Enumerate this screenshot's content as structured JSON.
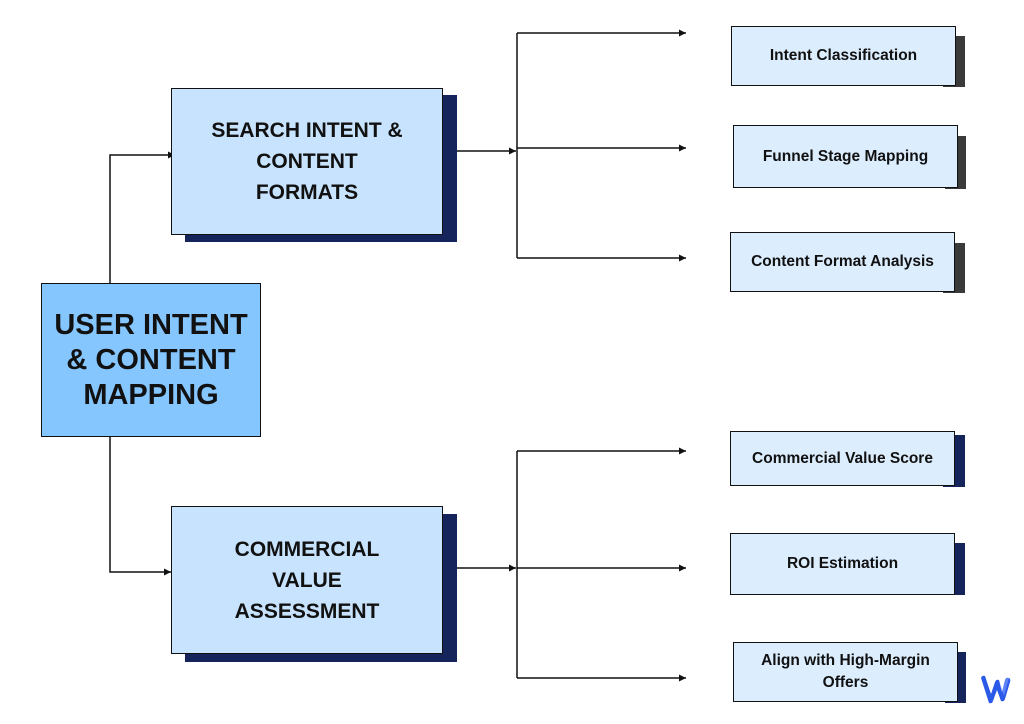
{
  "root": {
    "lines": [
      "USER INTENT",
      "& CONTENT",
      "MAPPING"
    ],
    "color": "#86c6ff"
  },
  "branches": [
    {
      "lines": [
        "SEARCH INTENT &",
        "CONTENT",
        "FORMATS"
      ],
      "color": "#c7e3fd",
      "shadow_color": "#15245a",
      "children": [
        {
          "label": "Intent Classification",
          "shadow_color": "#3a3a3a"
        },
        {
          "label": "Funnel Stage Mapping",
          "shadow_color": "#3a3a3a"
        },
        {
          "label": "Content Format Analysis",
          "shadow_color": "#3a3a3a"
        }
      ]
    },
    {
      "lines": [
        "COMMERCIAL",
        "VALUE",
        "ASSESSMENT"
      ],
      "color": "#c7e3fd",
      "shadow_color": "#15245a",
      "children": [
        {
          "label": "Commercial Value Score",
          "shadow_color": "#15245a"
        },
        {
          "label": "ROI Estimation",
          "shadow_color": "#15245a"
        },
        {
          "label": "Align with High-Margin Offers",
          "shadow_color": "#15245a"
        }
      ]
    }
  ],
  "leaf_color": "#dcedfe",
  "line_color": "#111111",
  "logo": {
    "icon": "brand-logo-icon",
    "color": "#2b59e8"
  }
}
